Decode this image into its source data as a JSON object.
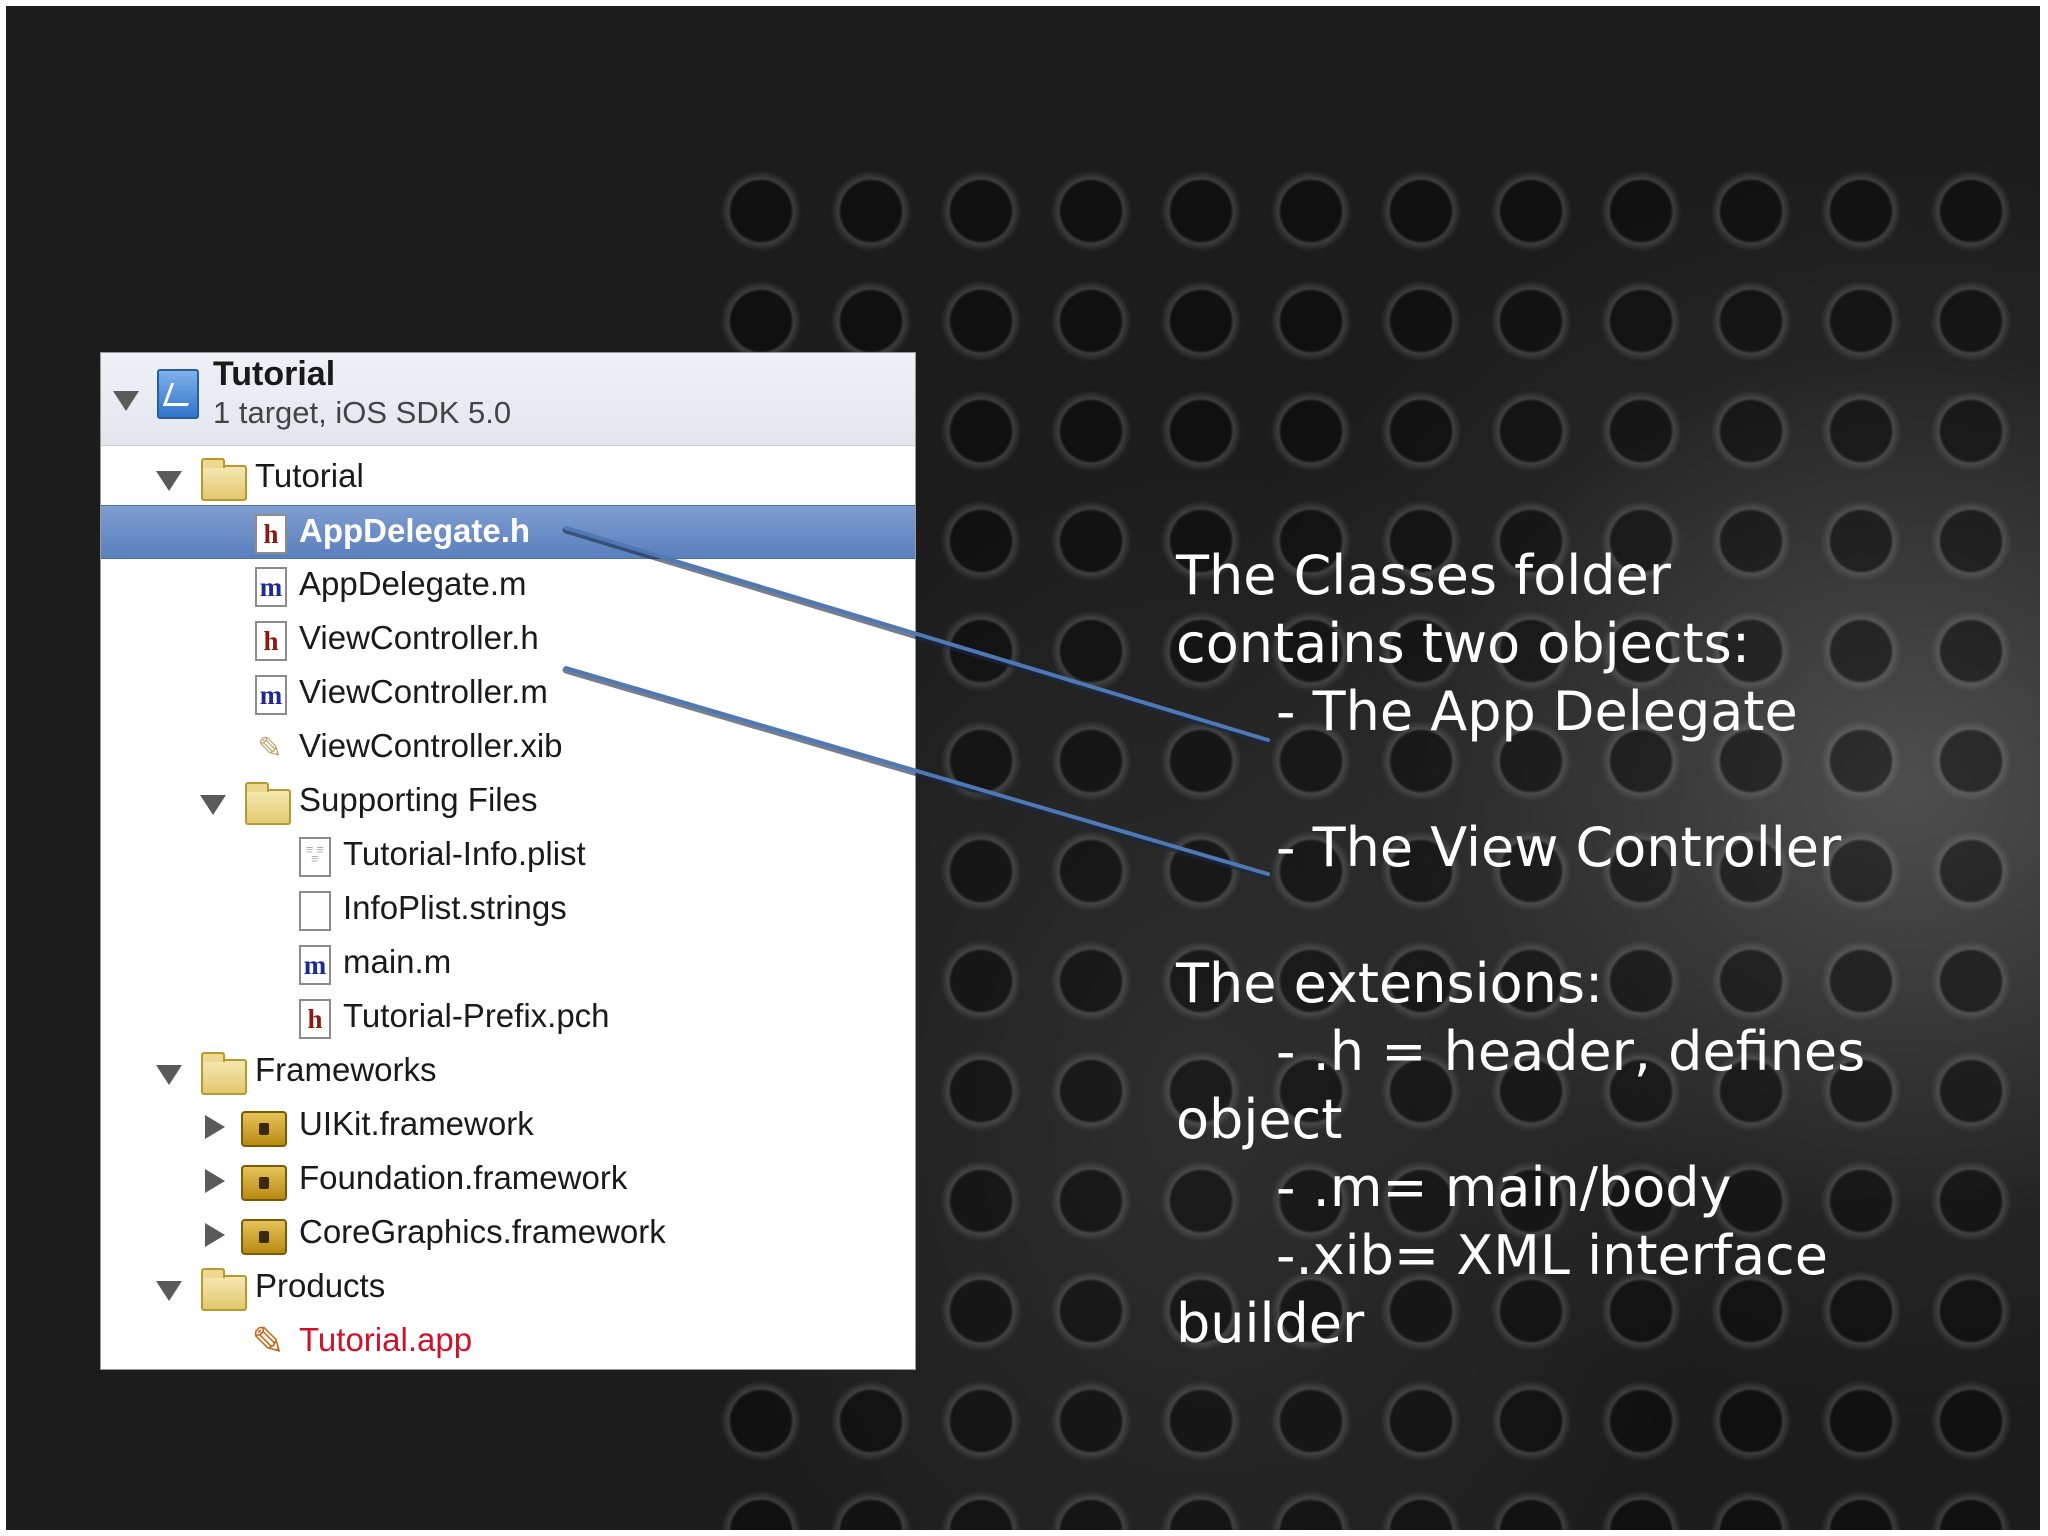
{
  "navigator": {
    "project": {
      "title": "Tutorial",
      "subtitle": "1 target, iOS SDK 5.0"
    },
    "rows": [
      {
        "label": "Tutorial",
        "kind": "folder"
      },
      {
        "label": "AppDelegate.h",
        "kind": "h-file",
        "selected": true
      },
      {
        "label": "AppDelegate.m",
        "kind": "m-file"
      },
      {
        "label": "ViewController.h",
        "kind": "h-file"
      },
      {
        "label": "ViewController.m",
        "kind": "m-file"
      },
      {
        "label": "ViewController.xib",
        "kind": "xib-file"
      },
      {
        "label": "Supporting Files",
        "kind": "folder"
      },
      {
        "label": "Tutorial-Info.plist",
        "kind": "plist-file"
      },
      {
        "label": "InfoPlist.strings",
        "kind": "strings-file"
      },
      {
        "label": "main.m",
        "kind": "m-file"
      },
      {
        "label": "Tutorial-Prefix.pch",
        "kind": "h-file"
      },
      {
        "label": "Frameworks",
        "kind": "folder"
      },
      {
        "label": "UIKit.framework",
        "kind": "framework"
      },
      {
        "label": "Foundation.framework",
        "kind": "framework"
      },
      {
        "label": "CoreGraphics.framework",
        "kind": "framework"
      },
      {
        "label": "Products",
        "kind": "folder"
      },
      {
        "label": "Tutorial.app",
        "kind": "app",
        "color": "#d0112b"
      }
    ],
    "icon_glyphs": {
      "h": "h",
      "m": "m"
    }
  },
  "slide": {
    "line1": "The Classes folder",
    "line2": "contains two objects:",
    "item1": "-  The App Delegate",
    "item2": "-  The View Controller",
    "ext_title": "The extensions:",
    "ext_h": "- .h = header, defines",
    "ext_h_cont": "object",
    "ext_m": "- .m= main/body",
    "ext_xib": "-.xib= XML interface",
    "ext_xib_cont": "builder"
  },
  "colors": {
    "selection": "#5a7fbd",
    "connector": "#4f78b5",
    "product_text": "#d0112b"
  }
}
